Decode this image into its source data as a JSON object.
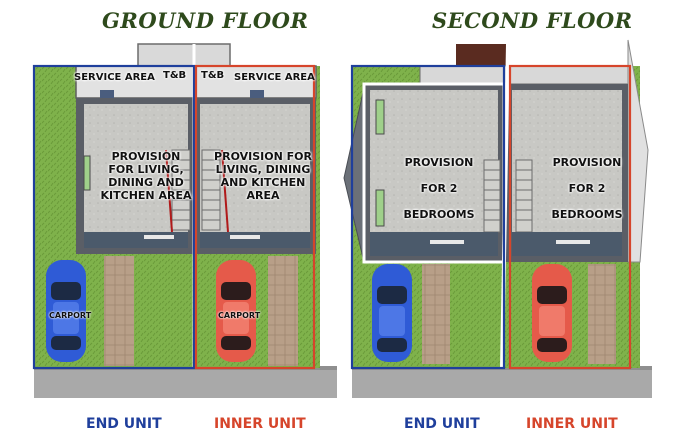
{
  "titles": {
    "ground_floor": "GROUND FLOOR",
    "second_floor": "SECOND FLOOR"
  },
  "ground": {
    "service_area_left": "SERVICE AREA",
    "tb_left": "T&B",
    "tb_right": "T&B",
    "service_area_right": "SERVICE AREA",
    "provision_left": "PROVISION FOR LIVING, DINING AND KITCHEN AREA",
    "provision_right": "PROVISION FOR LIVING, DINING AND KITCHEN AREA",
    "carport_left": "CARPORT",
    "carport_right": "CARPORT"
  },
  "second": {
    "provision_left": "PROVISION FOR 2 BEDROOMS",
    "provision_right": "PROVISION FOR 2 BEDROOMS"
  },
  "units": {
    "end_unit_left": "END UNIT",
    "inner_unit_left": "INNER UNIT",
    "end_unit_right": "END UNIT",
    "inner_unit_right": "INNER UNIT"
  },
  "colors": {
    "end_unit": "#1f3f9c",
    "inner_unit": "#d6452b",
    "title": "#2e4a1c",
    "grass": "#7eb04a",
    "floor": "#c9c9c5",
    "road": "#a8a8a8"
  }
}
